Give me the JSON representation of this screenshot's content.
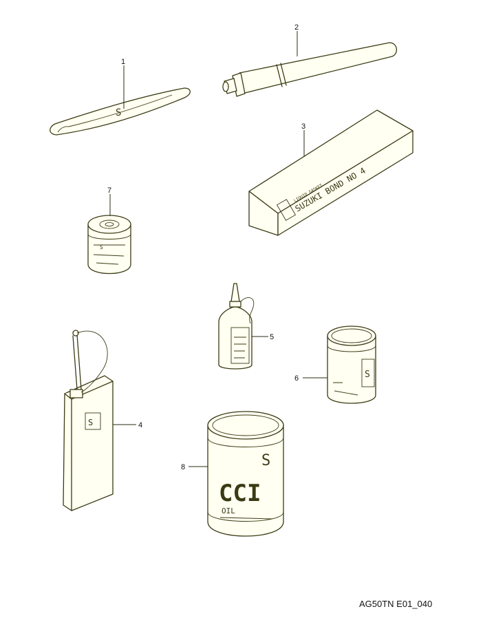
{
  "colors": {
    "line": "#3a3a14",
    "paper": "#fffff2",
    "text": "#111111"
  },
  "callouts": {
    "c1": "1",
    "c2": "2",
    "c3": "3",
    "c4": "4",
    "c5": "5",
    "c6": "6",
    "c7": "7",
    "c8": "8"
  },
  "labels": {
    "bond_main": "SUZUKI BOND NO 4",
    "bond_sub": "LIQUID GASKET",
    "mark": "S",
    "oil_big": "CCI",
    "oil_word": "OIL"
  },
  "footer": {
    "code": "AG50TN E01_040"
  }
}
